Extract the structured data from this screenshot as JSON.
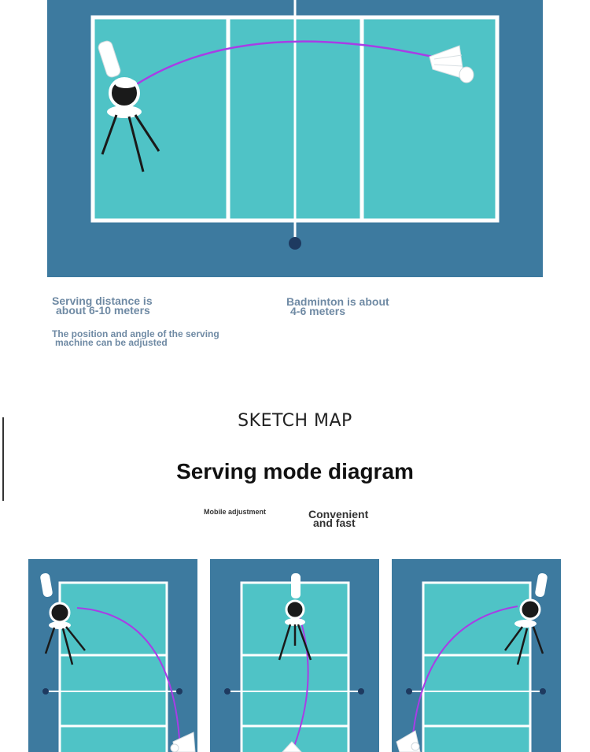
{
  "labels": {
    "serving_distance_line1": "Serving distance is",
    "serving_distance_line2": "about 6-10 meters",
    "badminton_line1": "Badminton is about",
    "badminton_line2": "4-6 meters",
    "position_line1": "The position and angle of the serving",
    "position_line2": "machine can be adjusted",
    "sketch_map": "SKETCH MAP",
    "serving_mode": "Serving mode diagram",
    "mobile_adjustment": "Mobile adjustment",
    "convenient_line1": "Convenient",
    "convenient_line2": "and fast"
  },
  "colors": {
    "court_outer": "#3d7a9f",
    "court_inner": "#4fc3c6",
    "court_line": "#ffffff",
    "trajectory": "#a83de6",
    "label_blue": "#6f8aa4",
    "dot": "#1e3a60"
  },
  "icons": {
    "machine": "serving-machine-icon",
    "shuttlecock": "shuttlecock-icon"
  }
}
